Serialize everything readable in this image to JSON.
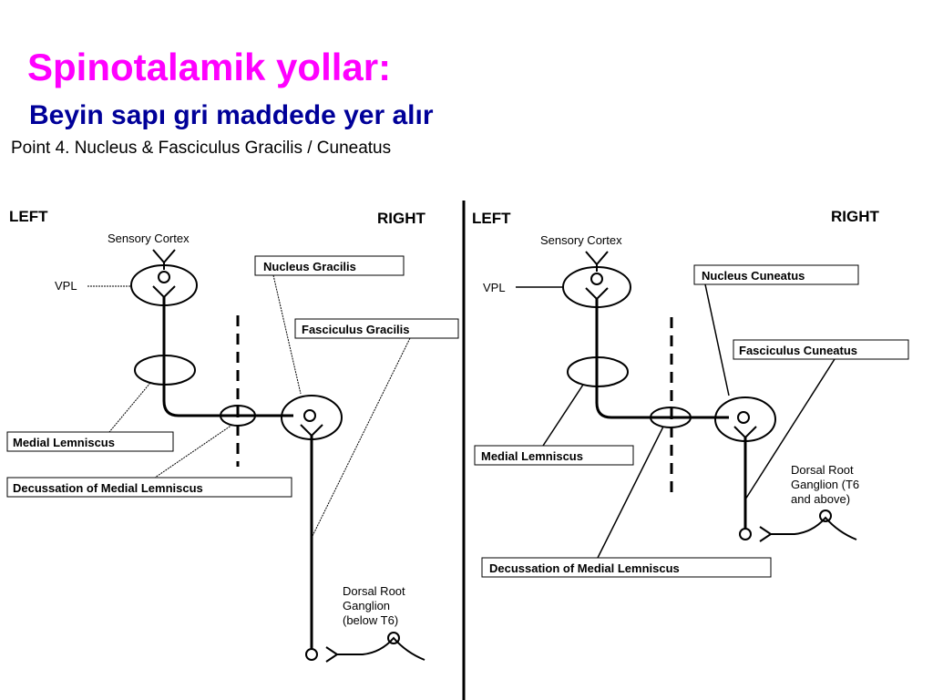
{
  "slide": {
    "title": "Spinotalamik yollar:",
    "subtitle": "Beyin sapı gri maddede yer alır",
    "caption": "Point 4.  Nucleus & Fasciculus Gracilis / Cuneatus"
  },
  "left_panel": {
    "side_left": "LEFT",
    "side_right": "RIGHT",
    "sensory_cortex": "Sensory Cortex",
    "vpl": "VPL",
    "nucleus": "Nucleus Gracilis",
    "fasciculus": "Fasciculus Gracilis",
    "medial_lemniscus": "Medial Lemniscus",
    "decussation": "Decussation of Medial Lemniscus",
    "ganglion_lines": [
      "Dorsal Root",
      "Ganglion",
      "(below T6)"
    ]
  },
  "right_panel": {
    "side_left": "LEFT",
    "side_right": "RIGHT",
    "sensory_cortex": "Sensory Cortex",
    "vpl": "VPL",
    "nucleus": "Nucleus Cuneatus",
    "fasciculus": "Fasciculus Cuneatus",
    "medial_lemniscus": "Medial Lemniscus",
    "decussation": "Decussation of Medial Lemniscus",
    "ganglion_lines": [
      "Dorsal Root",
      "Ganglion (T6",
      "and above)"
    ]
  },
  "colors": {
    "title": "#ff00ff",
    "subtitle": "#000099",
    "lines": "#000000"
  }
}
